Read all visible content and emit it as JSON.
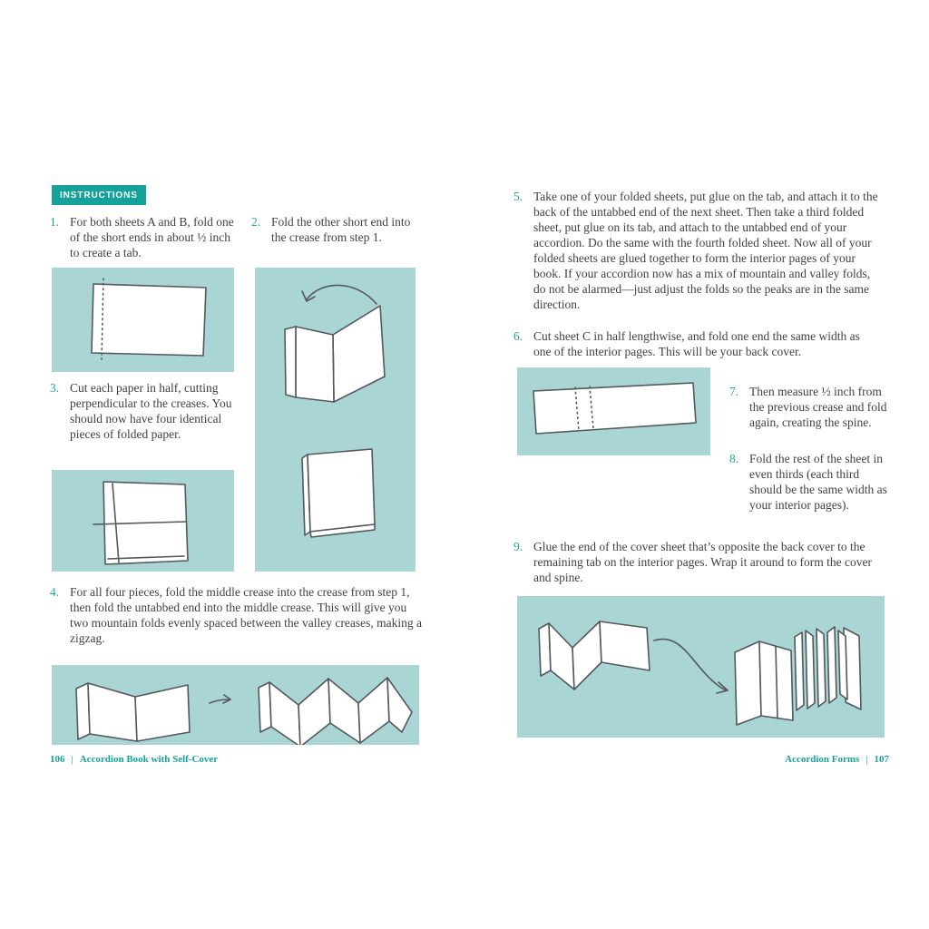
{
  "colors": {
    "accent_teal": "#14a29a",
    "panel_background": "#a9d6d4",
    "body_text": "#3f4245",
    "sketch_line": "#54585c"
  },
  "left": {
    "badge": "INSTRUCTIONS",
    "steps": [
      {
        "num": "1.",
        "text": "For both sheets A and B, fold one of the short ends in about ½ inch to create a tab."
      },
      {
        "num": "2.",
        "text": "Fold the other short end into the crease from step 1."
      },
      {
        "num": "3.",
        "text": "Cut each paper in half, cutting perpendicular to the creases. You should now have four identical pieces of folded paper."
      },
      {
        "num": "4.",
        "text": "For all four pieces, fold the middle crease into the crease from step 1, then fold the untabbed end into the middle crease. This will give you two mountain folds evenly spaced between the valley creases, making a zigzag."
      }
    ],
    "footer": {
      "page_number": "106",
      "section": "Accordion Book with Self-Cover",
      "separator": "|"
    }
  },
  "right": {
    "steps": [
      {
        "num": "5.",
        "text": "Take one of your folded sheets, put glue on the tab, and attach it to the back of the untabbed end of the next sheet. Then take a third folded sheet, put glue on its tab, and attach to the untabbed end of your accordion. Do the same with the fourth folded sheet. Now all of your folded sheets are glued together to form the interior pages of your book. If your accordion now has a mix of mountain and valley folds, do not be alarmed—just adjust the folds so the peaks are in the same direction."
      },
      {
        "num": "6.",
        "text": "Cut sheet C in half lengthwise, and fold one end the same width as one of the interior pages. This will be your back cover."
      },
      {
        "num": "7.",
        "text": "Then measure ½ inch from the previous crease and fold again, creating the spine."
      },
      {
        "num": "8.",
        "text": "Fold the rest of the sheet in even thirds (each third should be the same width as your interior pages)."
      },
      {
        "num": "9.",
        "text": "Glue the end of the cover sheet that’s opposite the back cover to the remaining tab on the interior pages. Wrap it around to form the cover and spine."
      }
    ],
    "footer": {
      "section": "Accordion Forms",
      "page_number": "107",
      "separator": "|"
    }
  },
  "illustrations": {
    "step1": "sheet-with-dotted-tab-fold-line",
    "step2": "folding-short-end-into-crease-and-folded-sheet",
    "step3": "folded-paper-with-cut-line",
    "step4": "open-fold-becoming-zigzag",
    "step6": "strip-with-two-dotted-fold-lines",
    "step9": "zigzag-cover-and-finished-accordion-book"
  }
}
